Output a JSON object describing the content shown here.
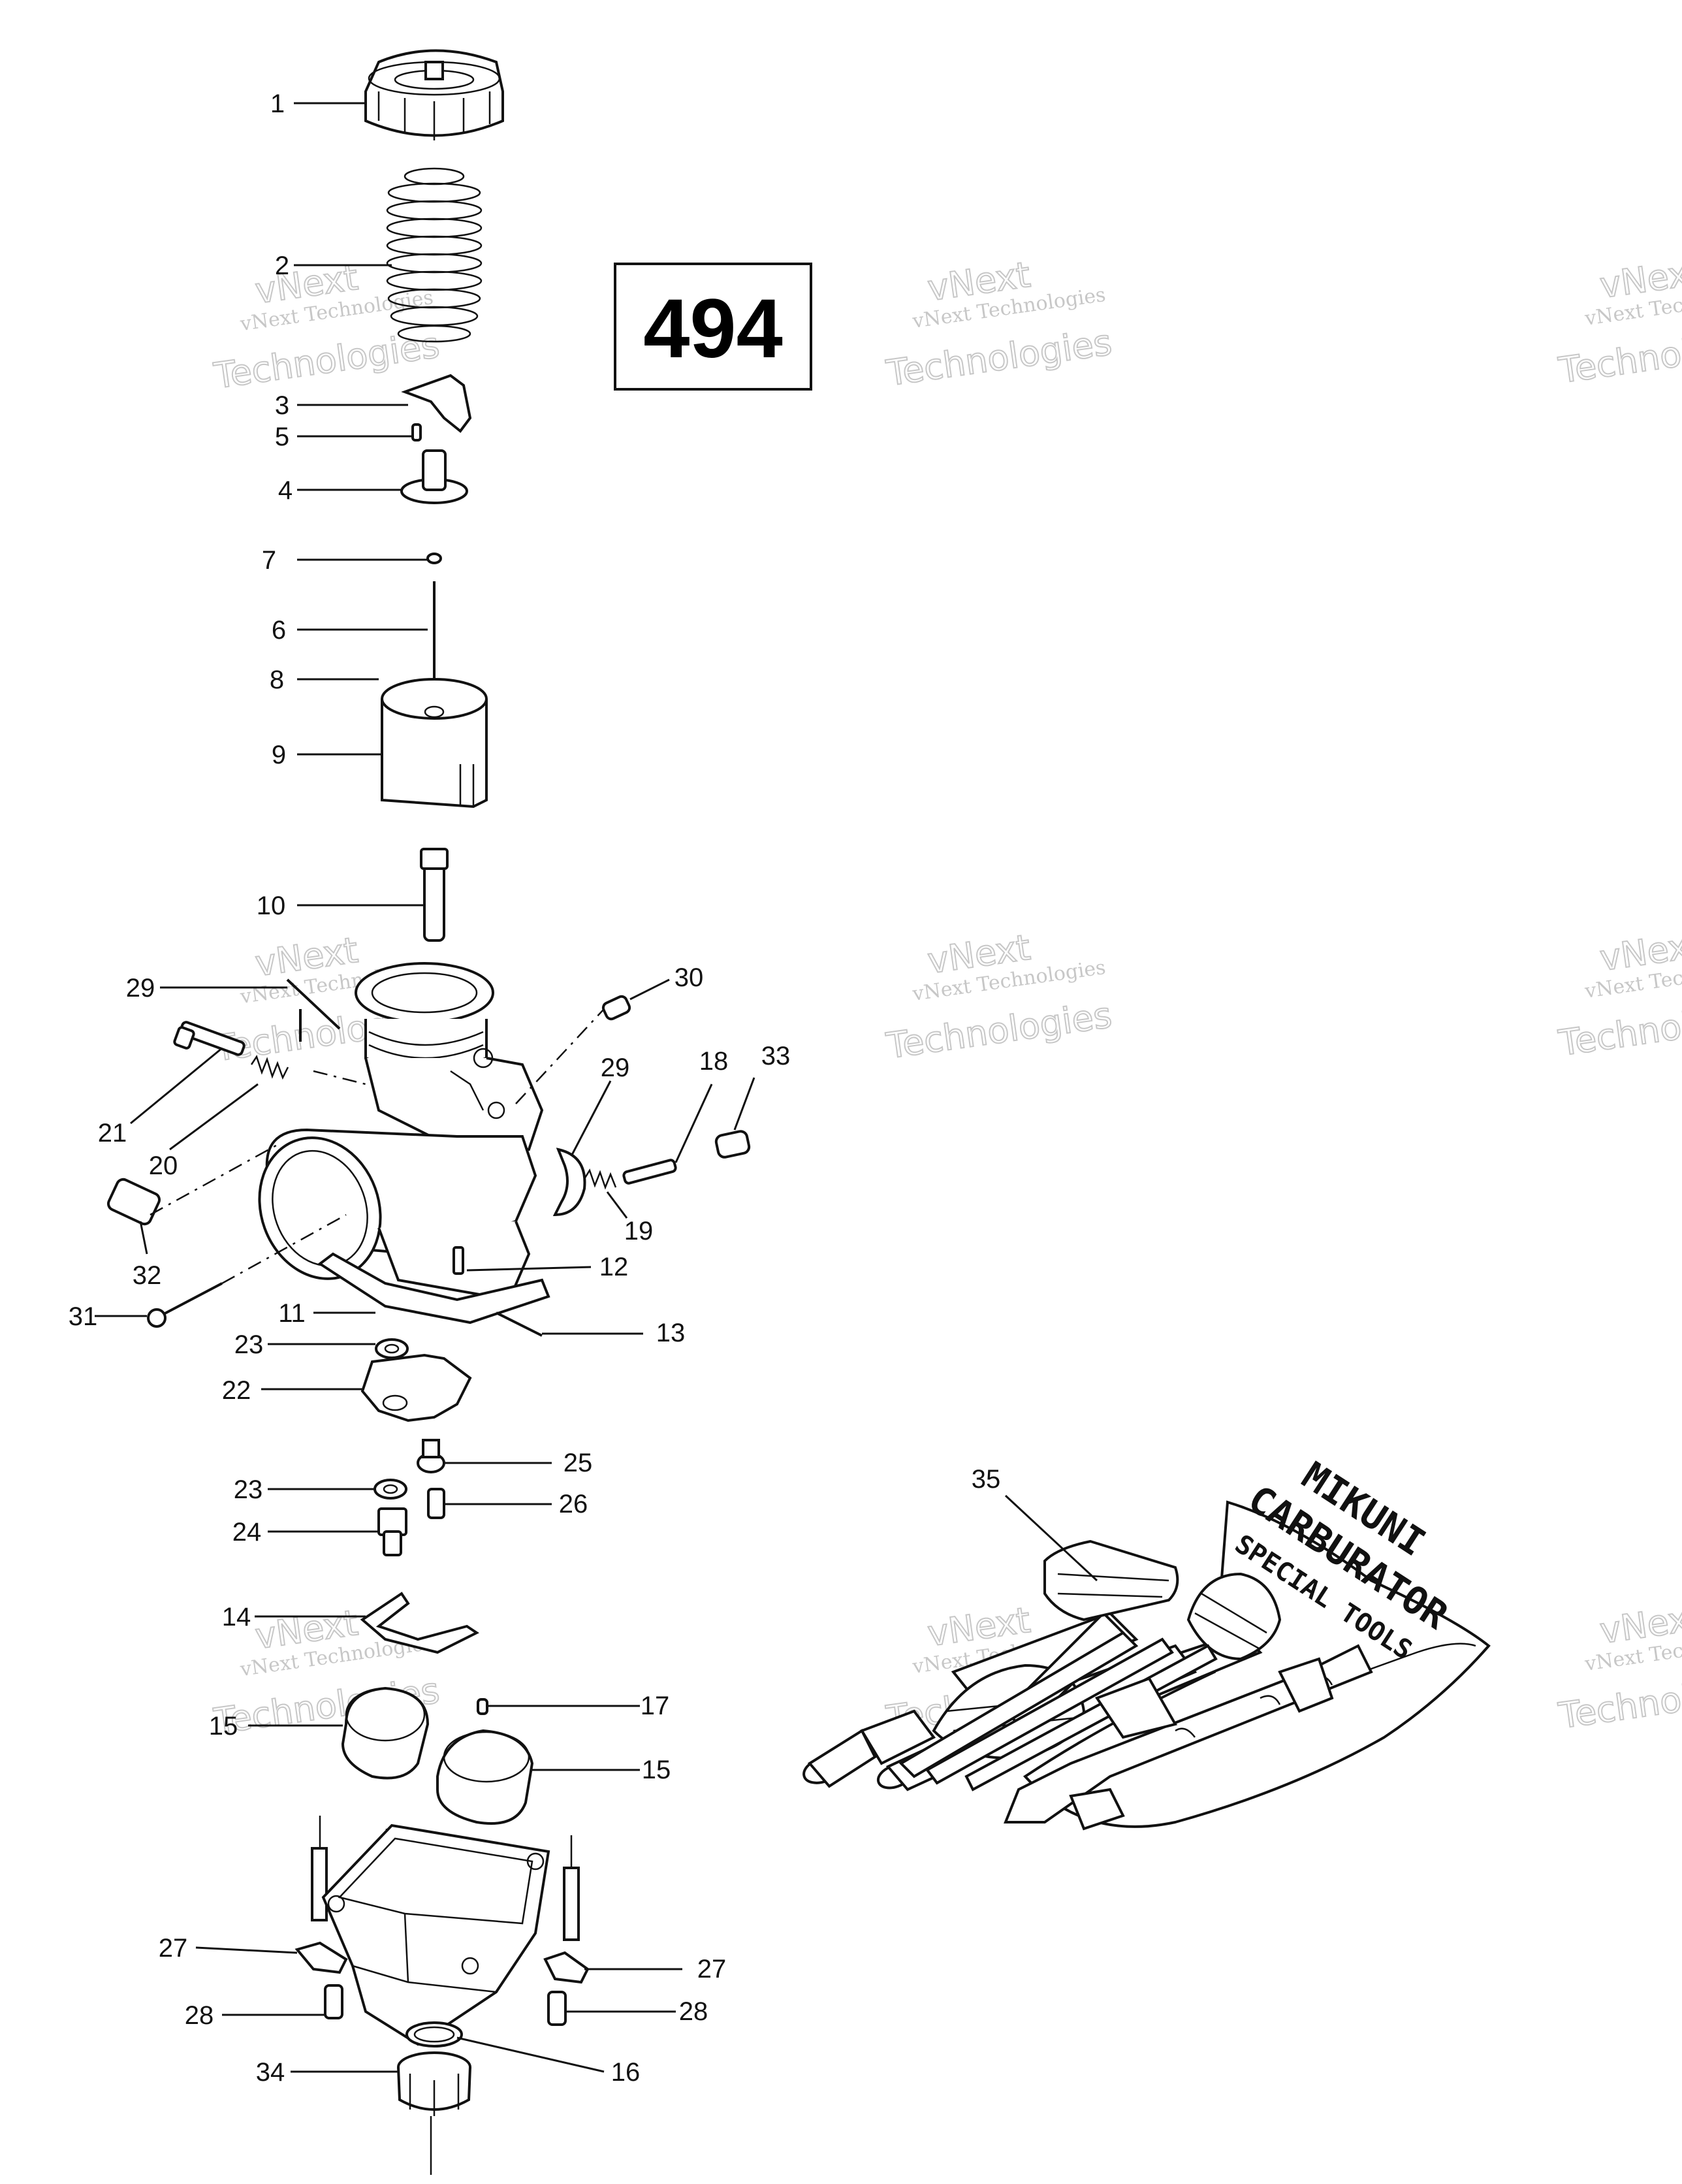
{
  "badge": {
    "text": "494"
  },
  "watermark": {
    "line1": "vNext Technologies",
    "line2": "vNext",
    "line3": "Technologies"
  },
  "toolkit": {
    "line1": "MIKUNI",
    "line2": "CARBURATOR",
    "line3": "SPECIAL TOOLS"
  },
  "callouts": [
    {
      "id": "c1",
      "text": "1"
    },
    {
      "id": "c2",
      "text": "2"
    },
    {
      "id": "c3",
      "text": "3"
    },
    {
      "id": "c5",
      "text": "5"
    },
    {
      "id": "c4",
      "text": "4"
    },
    {
      "id": "c7",
      "text": "7"
    },
    {
      "id": "c6",
      "text": "6"
    },
    {
      "id": "c8",
      "text": "8"
    },
    {
      "id": "c9",
      "text": "9"
    },
    {
      "id": "c10",
      "text": "10"
    },
    {
      "id": "c29a",
      "text": "29"
    },
    {
      "id": "c30",
      "text": "30"
    },
    {
      "id": "c29b",
      "text": "29"
    },
    {
      "id": "c18",
      "text": "18"
    },
    {
      "id": "c33",
      "text": "33"
    },
    {
      "id": "c21",
      "text": "21"
    },
    {
      "id": "c20",
      "text": "20"
    },
    {
      "id": "c19",
      "text": "19"
    },
    {
      "id": "c32",
      "text": "32"
    },
    {
      "id": "c12",
      "text": "12"
    },
    {
      "id": "c31",
      "text": "31"
    },
    {
      "id": "c11",
      "text": "11"
    },
    {
      "id": "c13",
      "text": "13"
    },
    {
      "id": "c23a",
      "text": "23"
    },
    {
      "id": "c22",
      "text": "22"
    },
    {
      "id": "c25",
      "text": "25"
    },
    {
      "id": "c23b",
      "text": "23"
    },
    {
      "id": "c26",
      "text": "26"
    },
    {
      "id": "c24",
      "text": "24"
    },
    {
      "id": "c35",
      "text": "35"
    },
    {
      "id": "c14",
      "text": "14"
    },
    {
      "id": "c17",
      "text": "17"
    },
    {
      "id": "c15a",
      "text": "15"
    },
    {
      "id": "c15b",
      "text": "15"
    },
    {
      "id": "c27a",
      "text": "27"
    },
    {
      "id": "c27b",
      "text": "27"
    },
    {
      "id": "c28a",
      "text": "28"
    },
    {
      "id": "c28b",
      "text": "28"
    },
    {
      "id": "c34",
      "text": "34"
    },
    {
      "id": "c16",
      "text": "16"
    }
  ]
}
